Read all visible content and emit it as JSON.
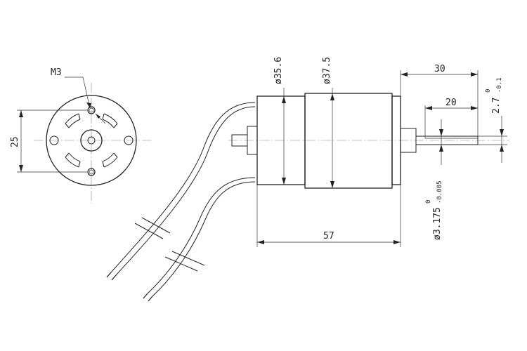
{
  "labels": {
    "thread": "M3",
    "hole_spacing": "25",
    "body_dia_inner": "ø35.6",
    "body_dia_outer": "ø37.5",
    "body_length": "57",
    "shaft_total": "30",
    "shaft_flat_len": "20",
    "flat_height_main": "2.7",
    "flat_height_tol_upper": "0",
    "flat_height_tol_lower": "-0.1",
    "shaft_dia_main": "ø3.175",
    "shaft_dia_tol_upper": "0",
    "shaft_dia_tol_lower": "-0.005"
  }
}
